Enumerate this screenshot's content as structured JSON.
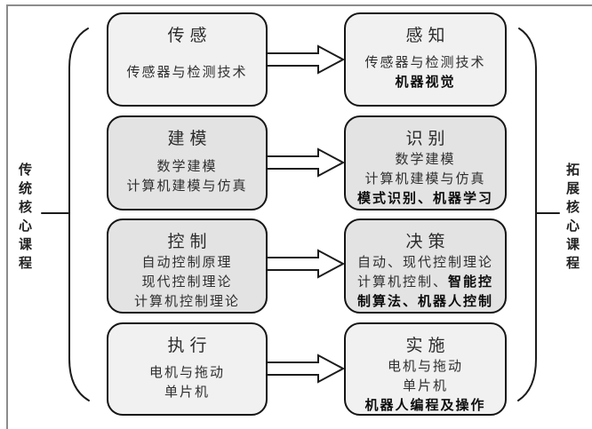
{
  "diagram": {
    "left_group_label": "传统核心课程",
    "right_group_label": "拓展核心课程",
    "left": [
      {
        "title": "传感",
        "tone": "light",
        "lines": [
          [
            {
              "t": "传感器与检测技术",
              "b": false
            }
          ]
        ]
      },
      {
        "title": "建模",
        "tone": "mid",
        "lines": [
          [
            {
              "t": "数学建模",
              "b": false
            }
          ],
          [
            {
              "t": "计算机建模与仿真",
              "b": false
            }
          ]
        ]
      },
      {
        "title": "控制",
        "tone": "mid",
        "lines": [
          [
            {
              "t": "自动控制原理",
              "b": false
            }
          ],
          [
            {
              "t": "现代控制理论",
              "b": false
            }
          ],
          [
            {
              "t": "计算机控制理论",
              "b": false
            }
          ]
        ]
      },
      {
        "title": "执行",
        "tone": "light",
        "lines": [
          [
            {
              "t": "电机与拖动",
              "b": false
            }
          ],
          [
            {
              "t": "单片机",
              "b": false
            }
          ]
        ]
      }
    ],
    "right": [
      {
        "title": "感知",
        "tone": "light",
        "lines": [
          [
            {
              "t": "传感器与检测技术",
              "b": false
            }
          ],
          [
            {
              "t": "机器视觉",
              "b": true
            }
          ]
        ]
      },
      {
        "title": "识别",
        "tone": "mid",
        "lines": [
          [
            {
              "t": "数学建模",
              "b": false
            }
          ],
          [
            {
              "t": "计算机建模与仿真",
              "b": false
            }
          ],
          [
            {
              "t": "模式识别、机器学习",
              "b": true
            }
          ]
        ]
      },
      {
        "title": "决策",
        "tone": "mid",
        "lines": [
          [
            {
              "t": "自动、现代控制理论",
              "b": false
            }
          ],
          [
            {
              "t": "计算机控制、",
              "b": false
            },
            {
              "t": "智能控",
              "b": true
            }
          ],
          [
            {
              "t": "制算法、机器人控制",
              "b": true
            }
          ]
        ]
      },
      {
        "title": "实施",
        "tone": "light",
        "lines": [
          [
            {
              "t": "电机与拖动",
              "b": false
            }
          ],
          [
            {
              "t": "单片机",
              "b": false
            }
          ],
          [
            {
              "t": "机器人编程及操作",
              "b": true
            }
          ]
        ]
      }
    ],
    "colors": {
      "box_light": "#f1f1f1",
      "box_mid": "#e3e3e3",
      "box_border": "#151515",
      "frame_border": "#8c8c8c"
    }
  }
}
